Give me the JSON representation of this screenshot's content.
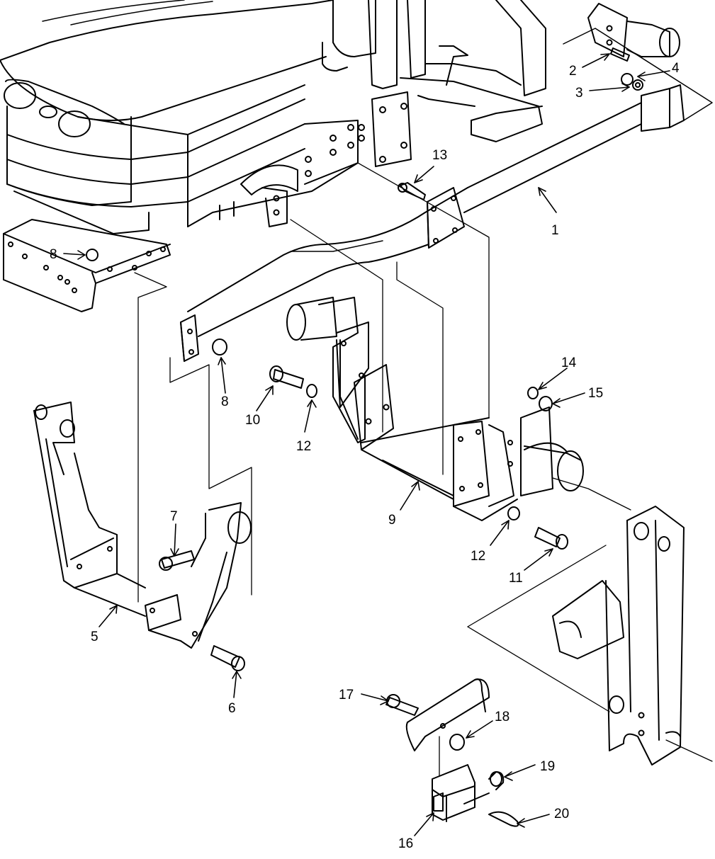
{
  "callouts": {
    "c1": "1",
    "c2": "2",
    "c3": "3",
    "c4": "4",
    "c5": "5",
    "c6": "6",
    "c7": "7",
    "c8a": "8",
    "c8b": "8",
    "c9": "9",
    "c10": "10",
    "c11": "11",
    "c12a": "12",
    "c12b": "12",
    "c13": "13",
    "c14": "14",
    "c15": "15",
    "c16": "16",
    "c17": "17",
    "c18": "18",
    "c19": "19",
    "c20": "20"
  },
  "colors": {
    "line": "#000000",
    "fill": "#ffffff"
  }
}
